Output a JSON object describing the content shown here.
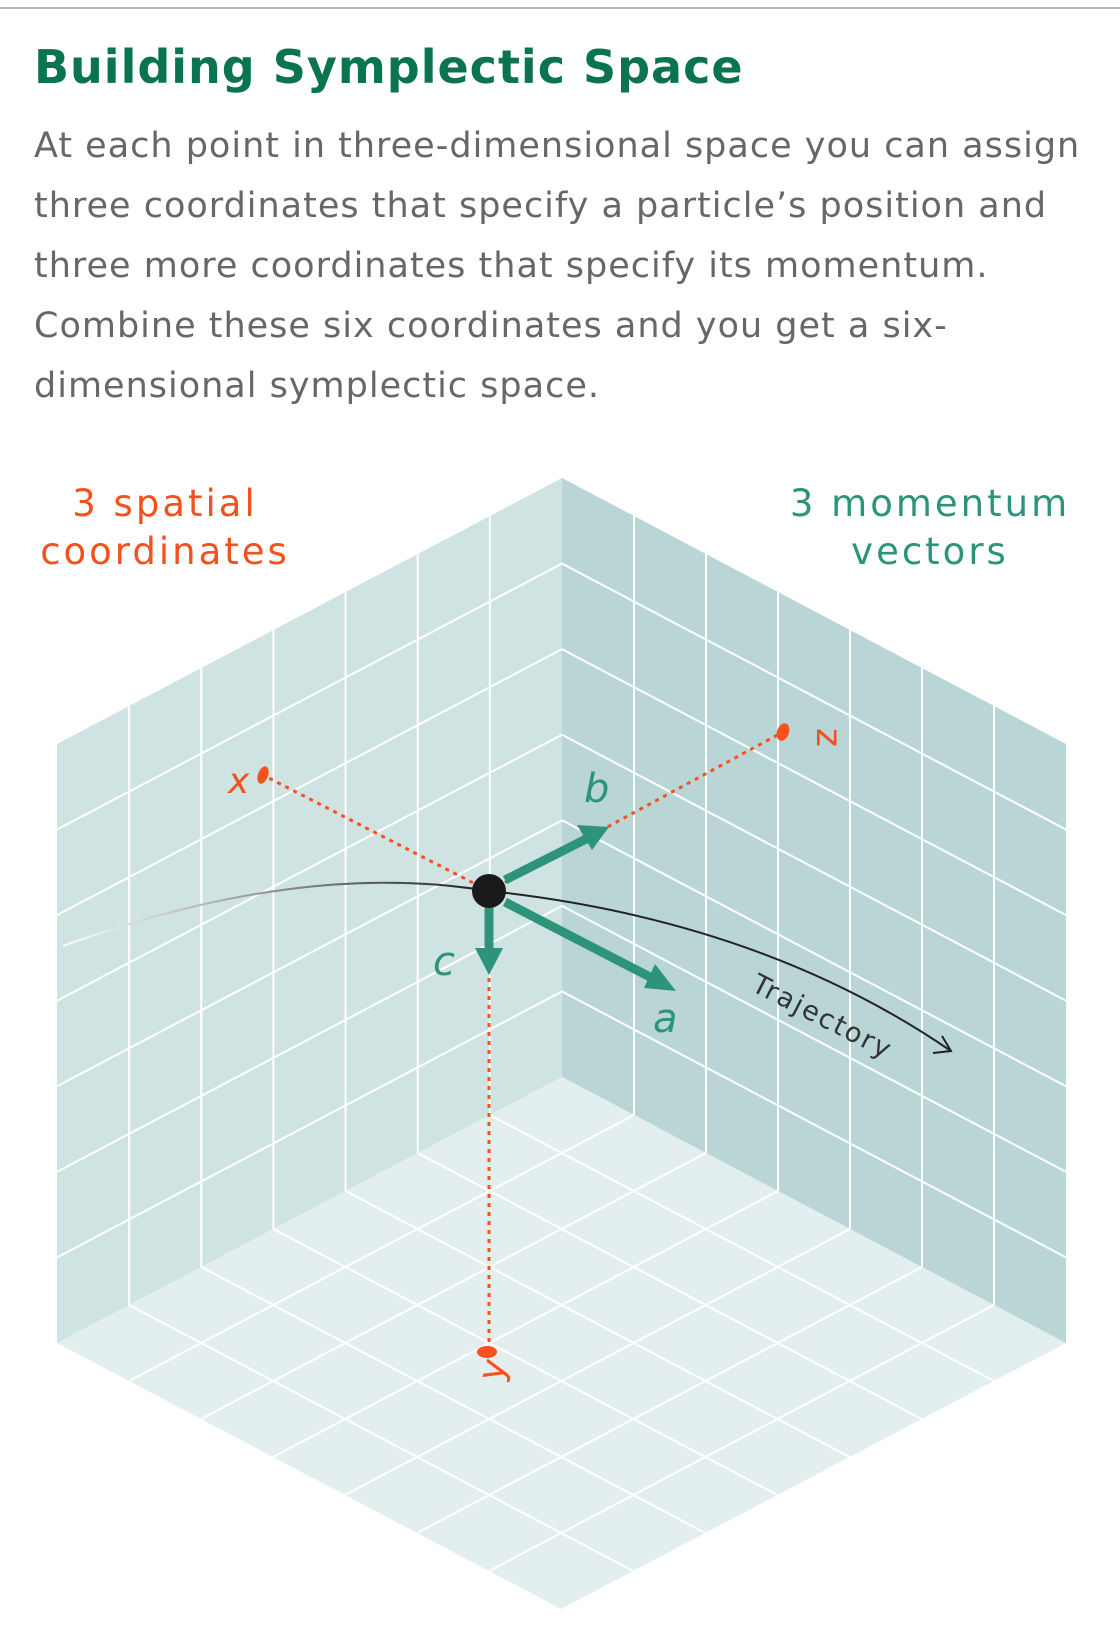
{
  "title": "Building Symplectic Space",
  "body": "At each point in three-dimensional space you can assign three coordinates that specify a particle’s position and three more coordinates that specify its momentum. Combine these six coordinates and you get a six-dimensional symplectic space.",
  "diagram": {
    "spatial_label": "3 spatial\ncoordinates",
    "momentum_label": "3 momentum\nvectors",
    "coordinate_labels": {
      "x": "x",
      "y": "y",
      "z": "z"
    },
    "vector_labels": {
      "a": "a",
      "b": "b",
      "c": "c"
    },
    "trajectory_label": "Trajectory",
    "grid_divisions": 7,
    "colors": {
      "spatial": "#f4511e",
      "momentum": "#2e9479",
      "left_wall": "#cfe3e3",
      "right_wall": "#b9d5d6",
      "floor": "#e3eeee",
      "title": "#0a7352"
    }
  }
}
